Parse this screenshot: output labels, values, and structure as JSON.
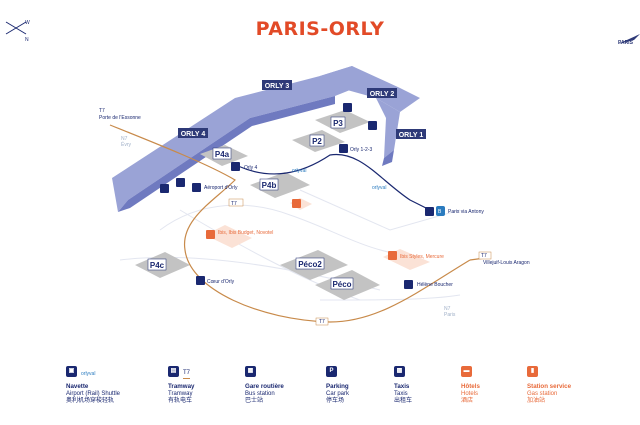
{
  "title": "PARIS-ORLY",
  "compass": {
    "north": "N",
    "west": "W"
  },
  "logo_text": "PARIS",
  "colors": {
    "title": "#e24a27",
    "navy": "#1a2870",
    "terminal": "#9aa3d6",
    "tramline": "#c88a4a",
    "orange": "#e86a3a",
    "parking": "#bdbdbd"
  },
  "terminals": [
    "ORLY 4",
    "ORLY 3",
    "ORLY 2",
    "ORLY 1"
  ],
  "parkings": [
    "P4a",
    "P3",
    "P2",
    "P4b",
    "P4c",
    "Péco2",
    "Péco"
  ],
  "map_labels": {
    "t7_porte_line": "T7",
    "porte_essonne": "Porte de l'Essonne",
    "n7_evry_1": "N7",
    "n7_evry_2": "Évry",
    "orly4_stop": "Orly 4",
    "orly123_stop": "Orly 1-2-3",
    "aeroport": "Aéroport d'Orly",
    "orlyval_1": "orlyval",
    "orlyval_2": "orlyval",
    "t7_top": "T7",
    "hotel1": "Ibis, Ibis Budget, Novotel",
    "hotel2": "Ibis Styles, Mercure",
    "rer_b": "B",
    "rer_text": "Paris via Antony",
    "t7_right": "T7",
    "villejuif": "Villejuif-Louis Aragon",
    "coeur": "Cœur d'Orly",
    "helene": "Hélène Boucher",
    "t7_bottom": "T7",
    "n7_paris_1": "N7",
    "n7_paris_2": "Paris"
  },
  "legend": [
    {
      "icon": "bus-icon",
      "title": "Navette",
      "line2": "Airport (Rail) Shuttle",
      "line3": "奥利机场穿梭轻轨",
      "extra": "orlyval"
    },
    {
      "icon": "tram-icon",
      "title": "Tramway",
      "line2": "Tramway",
      "line3": "有轨电车",
      "extra": "T7"
    },
    {
      "icon": "bus-station-icon",
      "title": "Gare routière",
      "line2": "Bus station",
      "line3": "巴士站"
    },
    {
      "icon": "parking-icon",
      "title": "Parking",
      "line2": "Car park",
      "line3": "停车场",
      "glyph": "P"
    },
    {
      "icon": "taxi-icon",
      "title": "Taxis",
      "line2": "Taxis",
      "line3": "出租车"
    },
    {
      "icon": "hotel-icon",
      "title": "Hôtels",
      "line2": "Hotels",
      "line3": "酒店"
    },
    {
      "icon": "fuel-icon",
      "title": "Station service",
      "line2": "Gas station",
      "line3": "加油站"
    }
  ]
}
